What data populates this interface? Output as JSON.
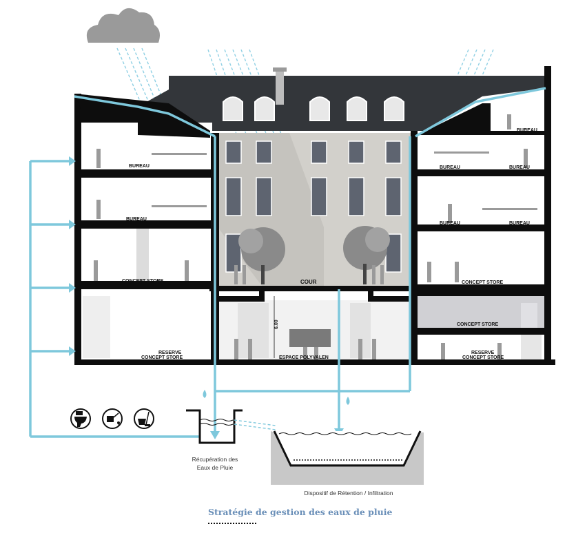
{
  "labels": {
    "bureau": "BUREAU",
    "concept_store": "CONCEPT STORE",
    "reserve": "RESERVE",
    "reserve_concept_store": "CONCEPT STORE",
    "cour": "COUR",
    "espace_polyvalent": "ESPACE POLYVALEN",
    "height_dim": "6.00"
  },
  "captions": {
    "recuperation_line1": "Récupération des",
    "recuperation_line2": "Eaux de Pluie",
    "retention": "Dispositif de Rétention / Infiltration"
  },
  "title": "Stratégie de gestion des eaux de pluie",
  "colors": {
    "water": "#7ec8dc",
    "rain": "#8fd0e4",
    "cloud": "#9a9a9a",
    "roof": "#33363a",
    "structure": "#0d0d0d",
    "facade": "#d2d0cb",
    "basin": "#c8c8c8",
    "title": "#6a8fb8"
  },
  "icons": [
    "toilet-icon",
    "watering-can-icon",
    "mop-bucket-icon"
  ]
}
